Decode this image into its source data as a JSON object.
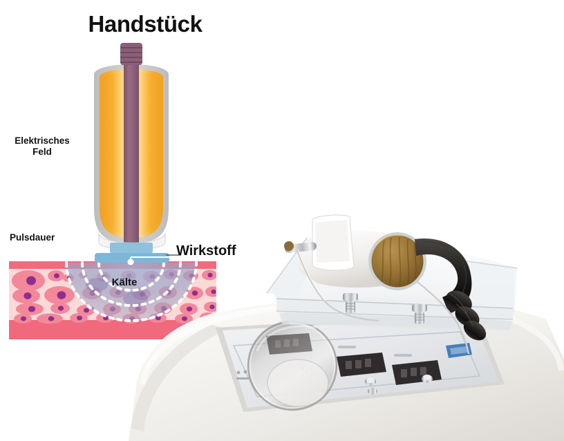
{
  "figure": {
    "title": "Handstück",
    "labels": {
      "electric_field": "Elektrisches\nFeld",
      "pulse_duration": "Pulsdauer",
      "active_agent": "Wirkstoff",
      "cold": "Kälte"
    },
    "colors": {
      "title_text": "#111111",
      "handpiece_shell": "#c9c9c9",
      "handpiece_field_outer": "#f5a623",
      "handpiece_field_inner": "#fff6d9",
      "handpiece_rod": "#8d6178",
      "applicator_light_blue": "#8fc1dd",
      "applicator_mid_blue": "#7bb6d6",
      "skin_band": "#ef6b7e",
      "dermis_bg": "#fbd9d9",
      "cell_body": "#f2889a",
      "cell_nucleus": "#8e2f8e",
      "cold_zone": "#9aa2c4",
      "cold_dash": "#ffffff",
      "machine_body": "#f3f1ee",
      "machine_shadow": "#ddd9d4",
      "panel_face": "#e9eaec",
      "display_dark": "#2e2a2b",
      "head_disc_gold": "#9a7434",
      "hose_black": "#1c1a19",
      "acrylic": "#e8ebee",
      "screw_chrome": "#b9bcc0"
    }
  },
  "photo": {
    "caption_alt": "Kryo-Elektroporation Gerät mit Handstück auf Acryl-Ablage",
    "parts": {
      "machine_body": "machine-body",
      "control_panel": "control-panel",
      "display_left": "display-left",
      "display_mid": "display-mid",
      "display_right": "display-right",
      "knob_large": "large-chrome-knob",
      "acrylic_shelf": "acrylic-shelf",
      "handpiece_head": "handpiece-head-disc",
      "hose": "coiled-hose",
      "screw_left": "thumb-screw-left",
      "screw_right": "thumb-screw-right"
    }
  }
}
